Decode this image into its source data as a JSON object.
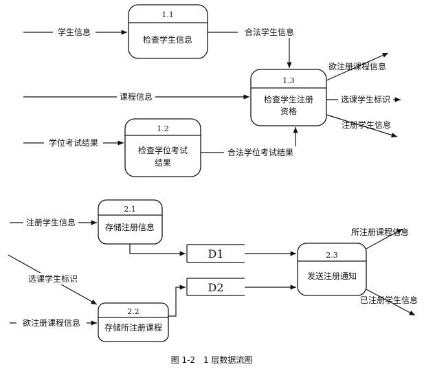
{
  "processes": {
    "p11": {
      "id": "1.1",
      "name": "检查学生信息"
    },
    "p12": {
      "id": "1.2",
      "name_line1": "检查学位考试",
      "name_line2": "结果"
    },
    "p13": {
      "id": "1.3",
      "name_line1": "检查学生注册",
      "name_line2": "资格"
    },
    "p21": {
      "id": "2.1",
      "name": "存储注册信息"
    },
    "p22": {
      "id": "2.2",
      "name": "存储所注册课程"
    },
    "p23": {
      "id": "2.3",
      "name": "发送注册通知"
    }
  },
  "stores": {
    "d1": "D1",
    "d2": "D2"
  },
  "flows": {
    "student_info": "学生信息",
    "legal_student_info": "合法学生信息",
    "course_info": "课程信息",
    "degree_exam_results": "学位考试结果",
    "legal_degree_exam_results": "合法学位考试结果",
    "desired_course_info": "欲注册课程信息",
    "course_selection_id": "选课学生标识",
    "registered_student_info": "注册学生信息",
    "register_student_info": "注册学生信息",
    "desired_course_info_in": "欲注册课程信息",
    "chosen_course_info": "所注册课程信息",
    "already_registered_student_info": "已注册学生信息"
  },
  "caption": "图 1-2　1 层数据流图"
}
